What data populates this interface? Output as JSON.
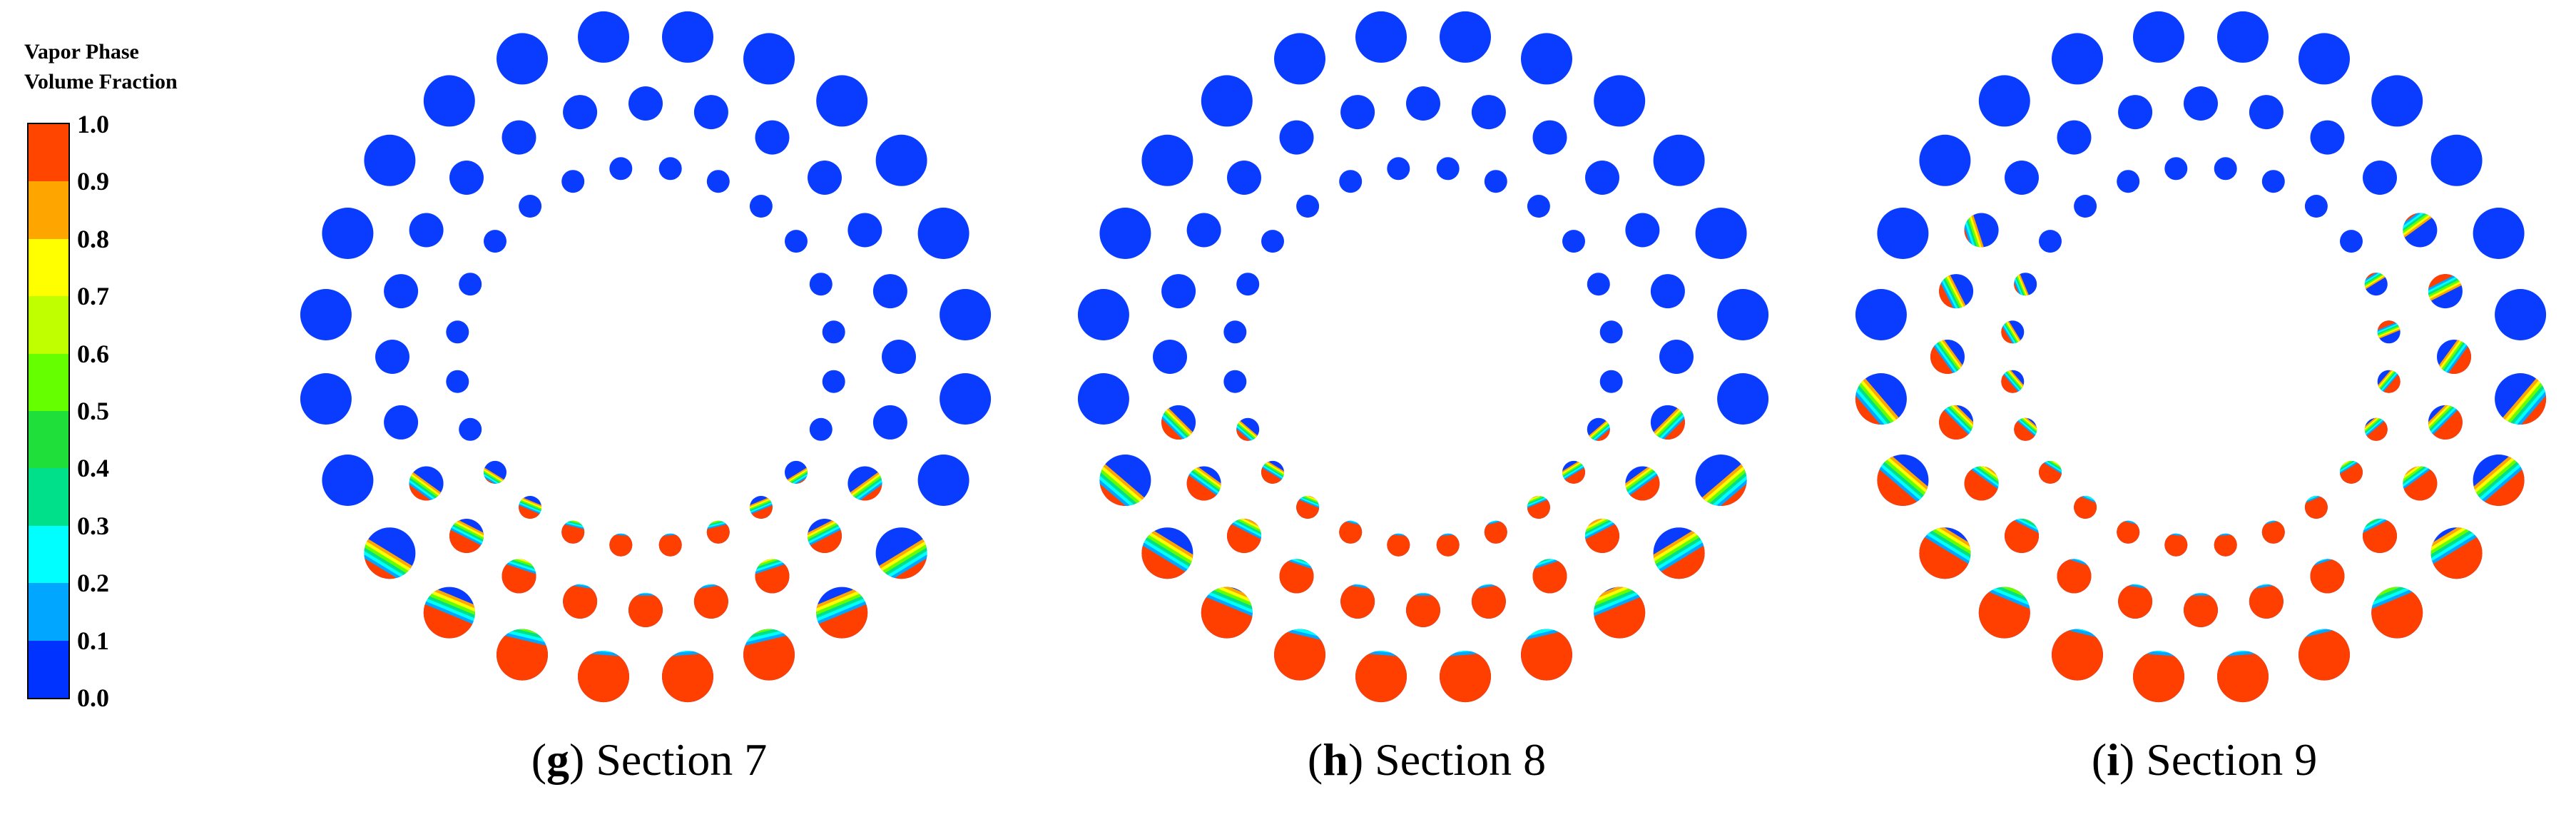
{
  "legend": {
    "title_line1": "Vapor Phase",
    "title_line2": "Volume Fraction",
    "ticks": [
      "1.0",
      "0.9",
      "0.8",
      "0.7",
      "0.6",
      "0.5",
      "0.4",
      "0.3",
      "0.2",
      "0.1",
      "0.0"
    ],
    "band_colors": [
      "#ff4500",
      "#ffa500",
      "#ffff00",
      "#bfff00",
      "#66ff00",
      "#1fe03a",
      "#00e08a",
      "#00ffff",
      "#00a6ff",
      "#0033ff"
    ],
    "base_color": "#0a3cff",
    "vapor_color": "#ff3f00"
  },
  "panels": [
    {
      "letter": "g",
      "caption_open": "(",
      "caption_close": ")",
      "caption_text": " Section 7",
      "vapor_level": 1
    },
    {
      "letter": "h",
      "caption_open": "(",
      "caption_close": ")",
      "caption_text": " Section 8",
      "vapor_level": 2
    },
    {
      "letter": "i",
      "caption_open": "(",
      "caption_close": ")",
      "caption_text": " Section 9",
      "vapor_level": 3
    }
  ]
}
